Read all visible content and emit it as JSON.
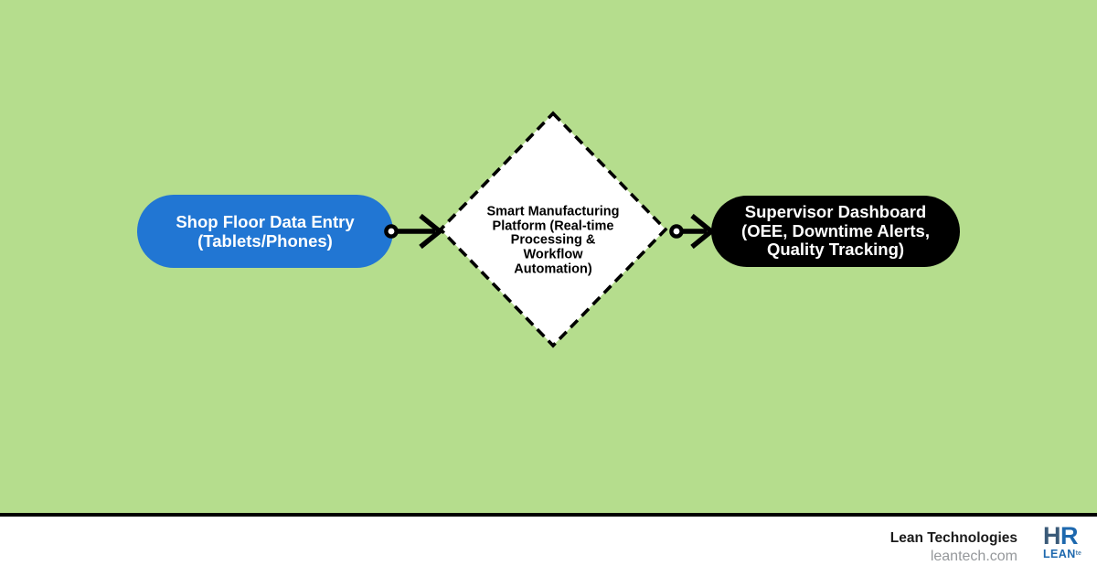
{
  "diagram": {
    "nodes": [
      {
        "id": "shop-floor-data-entry",
        "shape": "rounded-rectangle",
        "label": "Shop Floor Data Entry (Tablets/Phones)",
        "lines": [
          "Shop Floor Data Entry",
          "(Tablets/Phones)"
        ],
        "fill": "#2176d3",
        "text_color": "#ffffff"
      },
      {
        "id": "smart-manufacturing-platform",
        "shape": "diamond",
        "border_style": "dashed",
        "label": "Smart Manufacturing Platform (Real-time Processing & Workflow Automation)",
        "lines": [
          "Smart Manufacturing",
          "Platform (Real-time",
          "Processing &",
          "Workflow",
          "Automation)"
        ],
        "fill": "#ffffff",
        "border_color": "#000000",
        "text_color": "#000000"
      },
      {
        "id": "supervisor-dashboard",
        "shape": "rounded-rectangle",
        "label": "Supervisor Dashboard (OEE, Downtime Alerts, Quality Tracking)",
        "lines": [
          "Supervisor Dashboard",
          "(OEE, Downtime Alerts,",
          "Quality Tracking)"
        ],
        "fill": "#000000",
        "text_color": "#ffffff"
      }
    ],
    "connectors": [
      {
        "from": "shop-floor-data-entry",
        "to": "smart-manufacturing-platform",
        "style": "solid line with start ring-dot and open arrowhead"
      },
      {
        "from": "smart-manufacturing-platform",
        "to": "supervisor-dashboard",
        "style": "solid line with start ring-dot and open arrowhead"
      }
    ]
  },
  "footer": {
    "company": "Lean Technologies",
    "website": "leantech.com",
    "logo": {
      "mark_left": "H",
      "mark_right": "R",
      "word": "LEAN",
      "word_suffix": "te"
    }
  },
  "colors": {
    "background": "#b5dd8d",
    "connector": "#000000",
    "footer_rule": "#000000",
    "footer_background": "#ffffff",
    "company_text": "#1b1b1b",
    "website_text": "#95989b",
    "logo_mark_left": "#3a5a78",
    "logo_mark_right": "#1d68ae",
    "logo_word": "#1d68ae"
  }
}
